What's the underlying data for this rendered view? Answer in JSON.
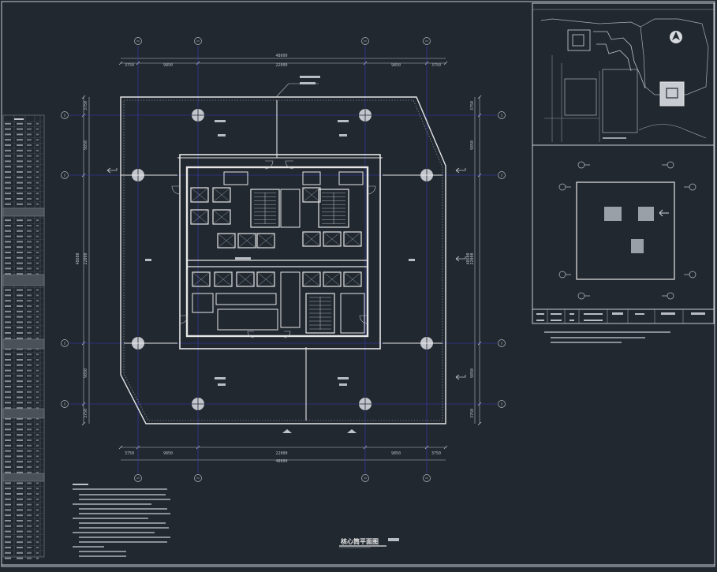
{
  "canvas": {
    "background": "#212830",
    "line": "#c9cdd2",
    "wall": "#e6e6e6",
    "grid": "#3b3bbd",
    "dim": "#b8bcc4",
    "faint": "#7f858d"
  },
  "dims": {
    "overall": "48600",
    "segments": [
      "3750",
      "9850",
      "22000",
      "9850",
      "3750"
    ],
    "side_segments": [
      "3750",
      "9850",
      "22000",
      "9850",
      "3750"
    ]
  },
  "drawing_title": "核心筒平面图",
  "icons": {
    "north_arrow": "north-arrow-icon"
  }
}
